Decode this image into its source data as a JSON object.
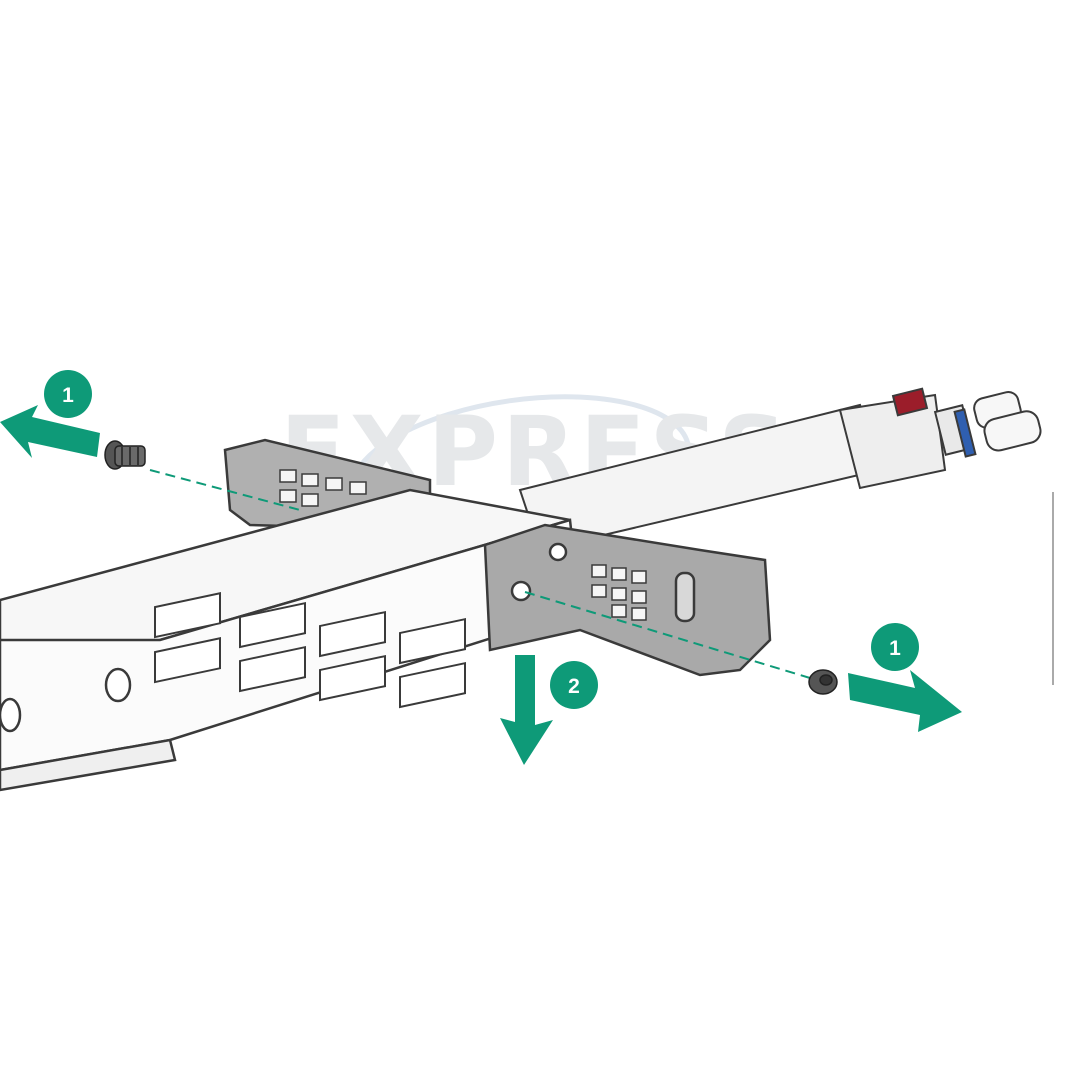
{
  "colors": {
    "accent": "#0e9a78",
    "metal_stroke": "#3a3a3a",
    "metal_fill": "#f2f2f2",
    "bracket_fill": "#a9a9a9",
    "cable_red": "#9b1d2a",
    "cable_blue": "#2f5fb0",
    "watermark": "#e6e8ea"
  },
  "watermark": {
    "text": "EXPRESS"
  },
  "steps": [
    {
      "id": "left-screw",
      "label": "1"
    },
    {
      "id": "right-screw",
      "label": "1"
    },
    {
      "id": "bracket-down",
      "label": "2"
    }
  ],
  "icons": [
    "arrow-left-icon",
    "arrow-right-icon",
    "arrow-down-icon",
    "screw-icon"
  ]
}
